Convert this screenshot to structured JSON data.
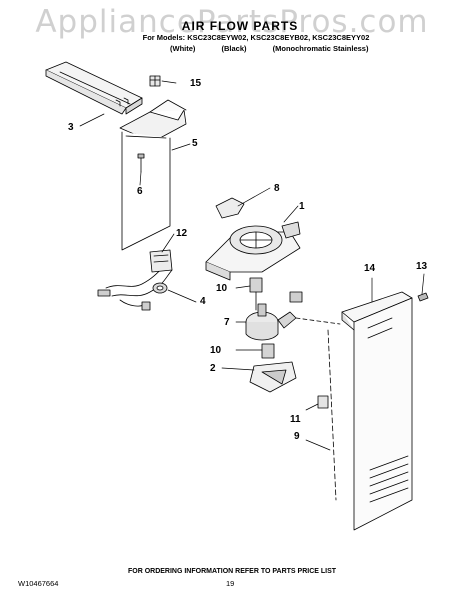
{
  "watermark": "AppliancePartsPros.com",
  "header": {
    "title": "AIR FLOW PARTS",
    "models": "For Models: KSC23C8EYW02, KSC23C8EYB02, KSC23C8EYY02",
    "variants": [
      "(White)",
      "(Black)",
      "(Monochromatic Stainless)"
    ]
  },
  "callouts": [
    "1",
    "2",
    "3",
    "4",
    "5",
    "6",
    "7",
    "8",
    "9",
    "10",
    "10",
    "11",
    "12",
    "13",
    "14",
    "15"
  ],
  "footer": {
    "ordering_note": "FOR ORDERING INFORMATION REFER TO PARTS PRICE LIST",
    "document_number": "W10467664",
    "page_number": "19"
  }
}
